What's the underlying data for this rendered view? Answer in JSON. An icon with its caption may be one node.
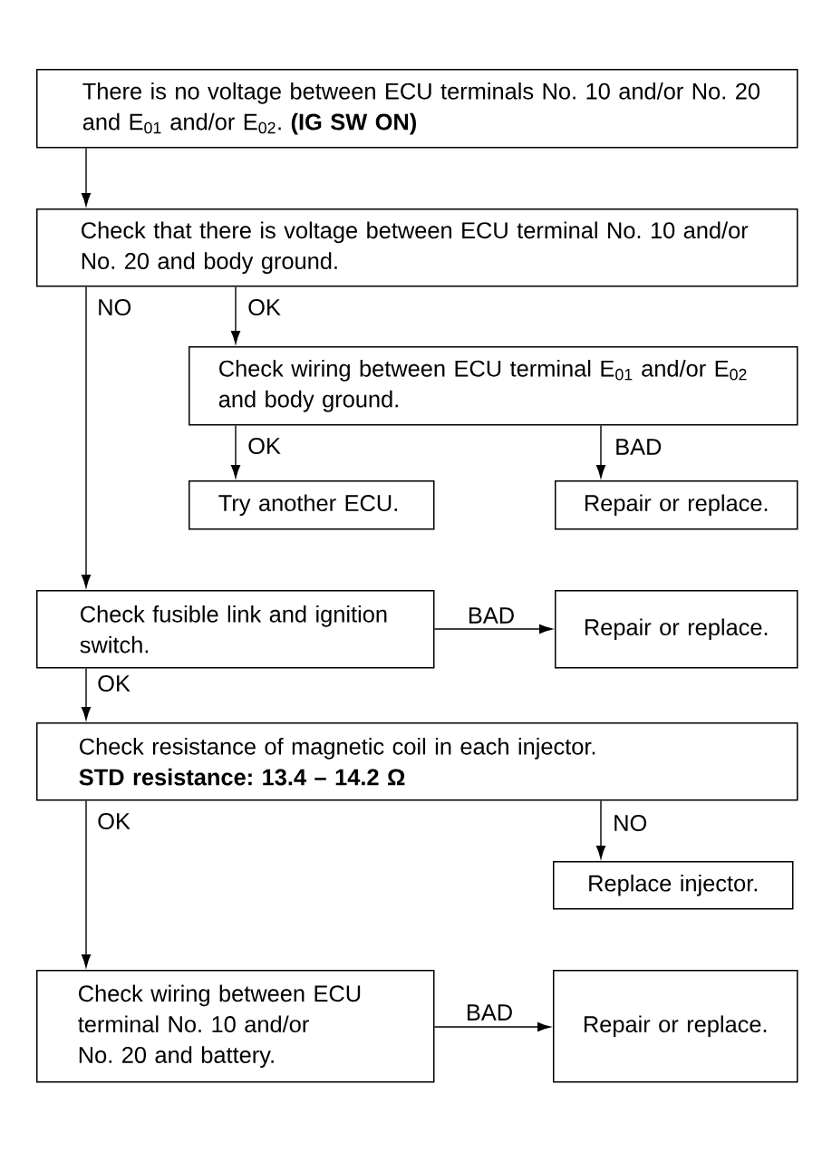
{
  "diagram": {
    "nodes": [
      {
        "text": [
          "There is no voltage between ECU terminals No. 10 and/or No. 20 and E$_{01}$ and/or E$_{02}$. **(IG SW ON)**"
        ]
      },
      {
        "text": [
          "Check that there is voltage between ECU terminal No. 10 and/or No. 20 and body ground."
        ]
      },
      {
        "text": [
          "Check wiring between ECU terminal E$_{01}$ and/or E$_{02}$ and body ground."
        ]
      },
      {
        "text": [
          "Try another ECU."
        ]
      },
      {
        "text": [
          "Repair or replace."
        ]
      },
      {
        "text": [
          "Check fusible link and ignition switch."
        ]
      },
      {
        "text": [
          "Repair or replace."
        ]
      },
      {
        "text": [
          "Check resistance of magnetic coil in each injector.",
          "STD resistance:  13.4 – 14.2 Ω"
        ]
      },
      {
        "text": [
          "Replace injector."
        ]
      },
      {
        "text": [
          "Check wiring between ECU terminal No. 10 and/or No. 20 and battery."
        ]
      },
      {
        "text": [
          "Repair or replace."
        ]
      }
    ],
    "edges": [
      {
        "from": 0,
        "to": 1,
        "arrow": "to"
      },
      {
        "from": 1,
        "to": 5,
        "arrow": "to",
        "label": "NO"
      },
      {
        "from": 1,
        "to": 2,
        "arrow": "to",
        "label": "OK"
      },
      {
        "from": 2,
        "to": 3,
        "arrow": "to",
        "label": "OK"
      },
      {
        "from": 2,
        "to": 4,
        "arrow": "to",
        "label": "BAD"
      },
      {
        "from": 5,
        "to": 6,
        "arrow": "to",
        "label": "BAD"
      },
      {
        "from": 5,
        "to": 7,
        "arrow": "to",
        "label": "OK"
      },
      {
        "from": 7,
        "to": 9,
        "arrow": "to",
        "label": "OK"
      },
      {
        "from": 7,
        "to": 8,
        "arrow": "to",
        "label": "NO"
      },
      {
        "from": 9,
        "to": 10,
        "arrow": "to",
        "label": "BAD"
      }
    ]
  }
}
